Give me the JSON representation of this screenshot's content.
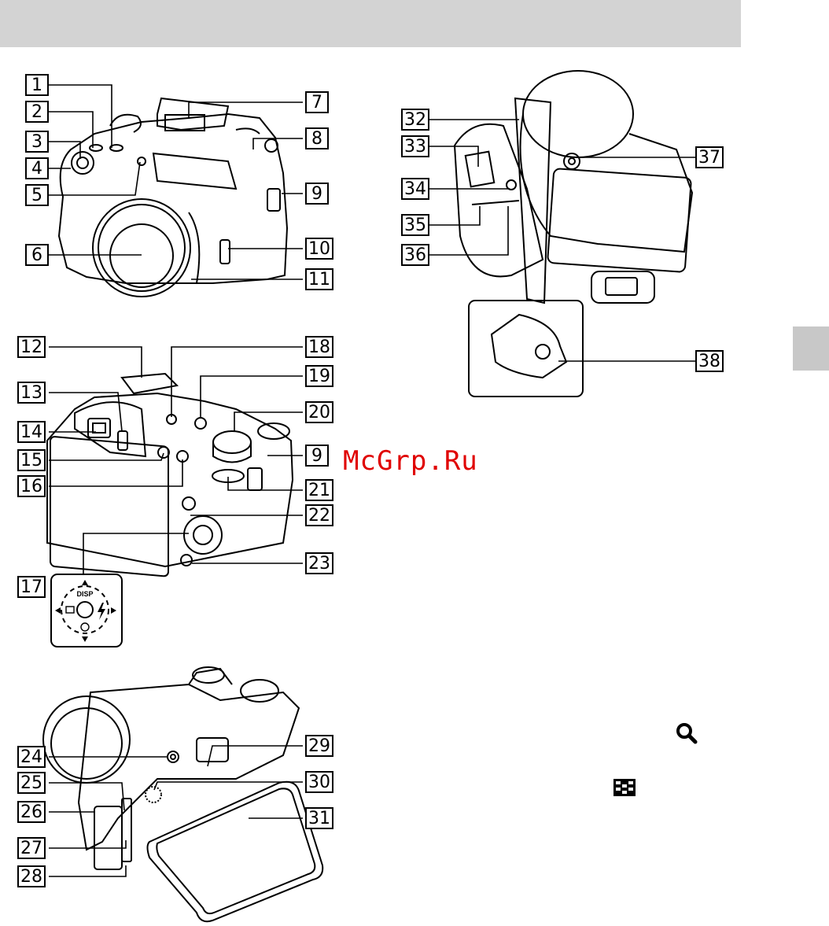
{
  "callouts": {
    "n1": "1",
    "n2": "2",
    "n3": "3",
    "n4": "4",
    "n5": "5",
    "n6": "6",
    "n7": "7",
    "n8": "8",
    "n9": "9",
    "n10": "10",
    "n11": "11",
    "n12": "12",
    "n13": "13",
    "n14": "14",
    "n15": "15",
    "n16": "16",
    "n17": "17",
    "n18": "18",
    "n19": "19",
    "n20": "20",
    "n21": "21",
    "n22": "22",
    "n23": "23",
    "n24": "24",
    "n25": "25",
    "n26": "26",
    "n27": "27",
    "n28": "28",
    "n29": "29",
    "n30": "30",
    "n31": "31",
    "n32": "32",
    "n33": "33",
    "n34": "34",
    "n35": "35",
    "n36": "36",
    "n37": "37",
    "n38": "38"
  },
  "control_dial_label": "DISP",
  "watermark": "McGrp.Ru",
  "icons": {
    "zoom": "magnify-icon",
    "index": "index-icon"
  }
}
